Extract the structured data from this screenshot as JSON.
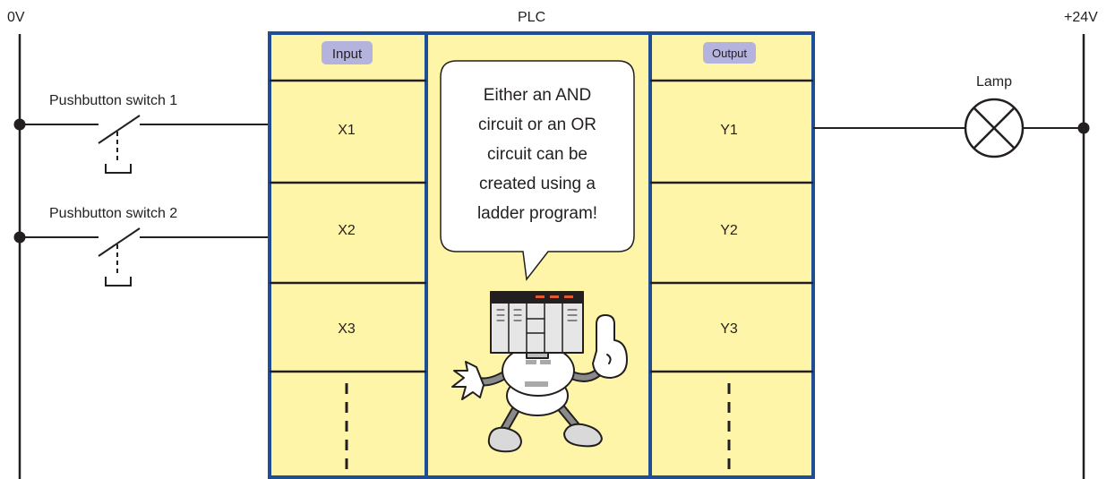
{
  "rails": {
    "left_label": "0V",
    "right_label": "+24V"
  },
  "plc": {
    "title": "PLC",
    "input_header": "Input",
    "output_header": "Output",
    "inputs": [
      "X1",
      "X2",
      "X3"
    ],
    "outputs": [
      "Y1",
      "Y2",
      "Y3"
    ],
    "speech": [
      "Either an AND",
      "circuit or an OR",
      "circuit can be",
      "created using a",
      "ladder program!"
    ]
  },
  "switches": [
    "Pushbutton switch 1",
    "Pushbutton switch 2"
  ],
  "lamp": {
    "label": "Lamp"
  },
  "colors": {
    "panel_fill": "#fff5a8",
    "panel_border": "#1f4e96",
    "badge_fill": "#b3b3dd",
    "line": "#231f20"
  }
}
